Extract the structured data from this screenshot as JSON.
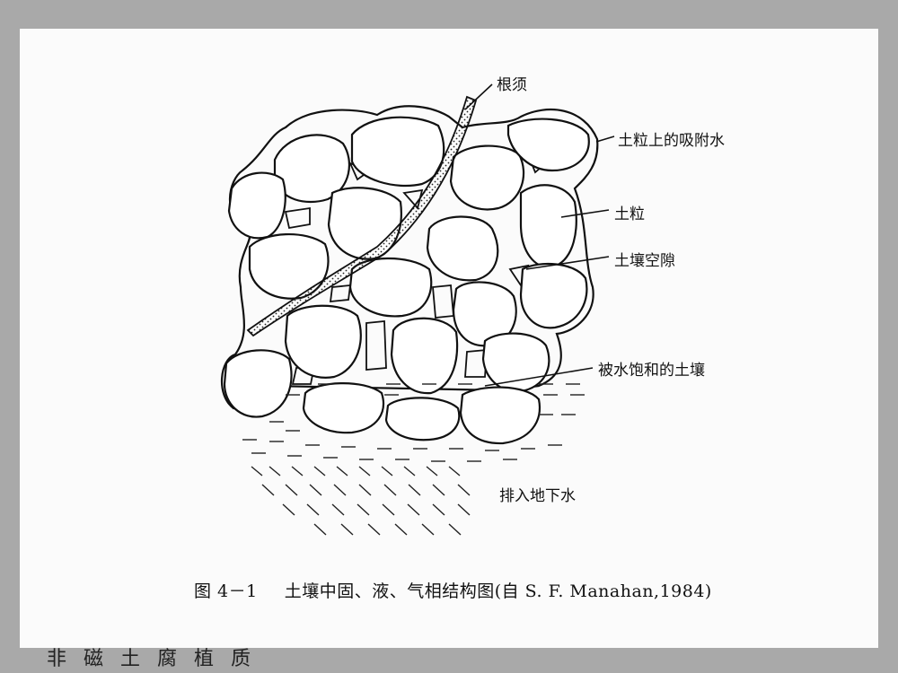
{
  "labels": {
    "root": "根须",
    "adsorbed_water": "土粒上的吸附水",
    "soil_particle": "土粒",
    "soil_pore": "土壤空隙",
    "saturated_soil": "被水饱和的土壤",
    "drain": "排入地下水"
  },
  "caption": {
    "figure_no": "图 4－1",
    "text": "土壤中固、液、气相结构图(自 S. F. Manahan,1984)"
  },
  "bottom_partial_text": "非 磁 土 腐 植 质"
}
